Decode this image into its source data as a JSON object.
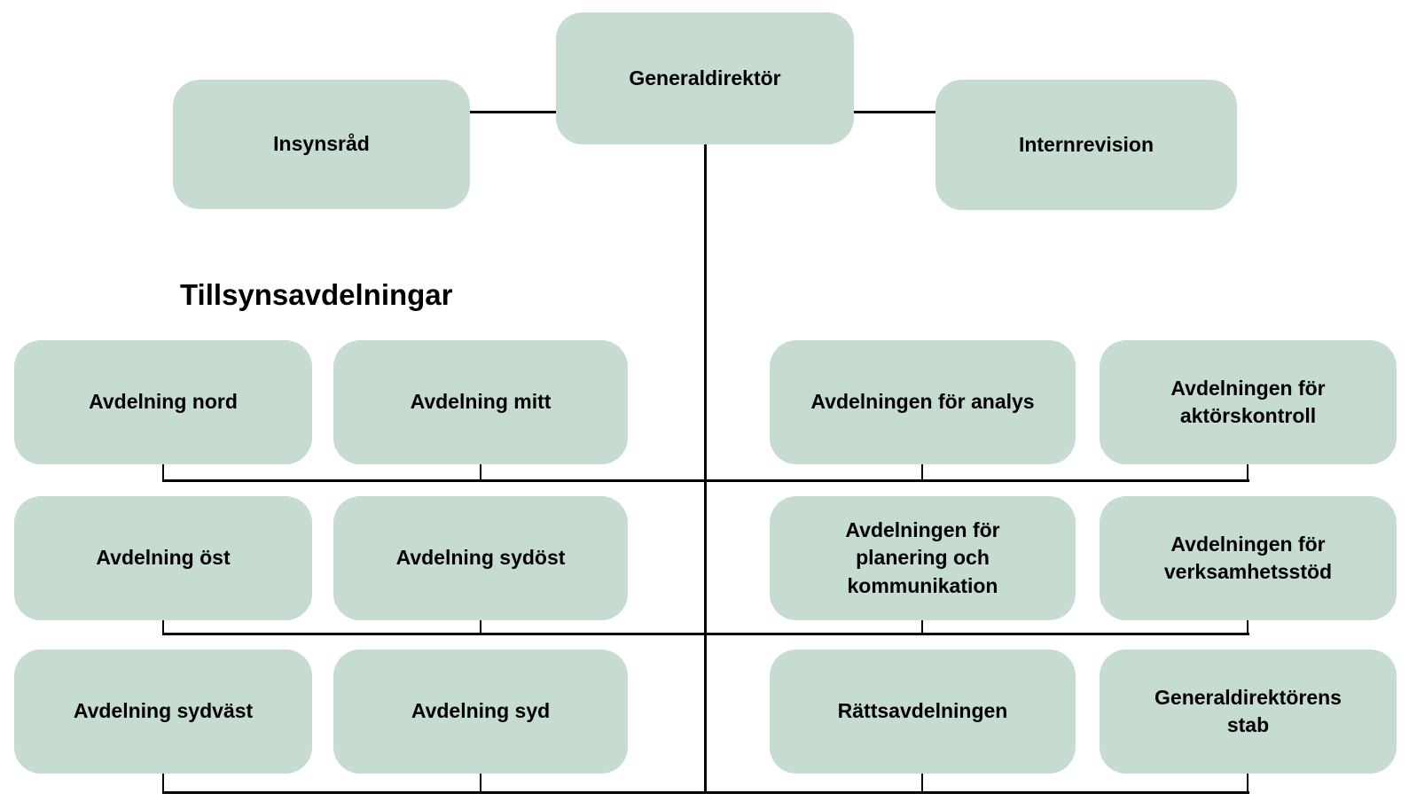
{
  "section_title": "Tillsynsavdelningar",
  "nodes": {
    "generaldirektor": "Generaldirektör",
    "insynsrad": "Insynsråd",
    "internrevision": "Internrevision",
    "avdelning_nord": "Avdelning nord",
    "avdelning_mitt": "Avdelning mitt",
    "avdelning_ost": "Avdelning öst",
    "avdelning_sydost": "Avdelning sydöst",
    "avdelning_sydvast": "Avdelning sydväst",
    "avdelning_syd": "Avdelning syd",
    "analys": "Avdelningen för analys",
    "aktorskontroll": "Avdelningen för aktörskontroll",
    "planering_kommunikation": "Avdelningen för planering och kommunikation",
    "verksamhetsstod": "Avdelningen för verksamhetsstöd",
    "rattsavdelningen": "Rättsavdelningen",
    "generaldirektorens_stab": "Generaldirektörens stab"
  },
  "colors": {
    "box_fill": "#c6dcd0",
    "line": "#000000",
    "text": "#000000",
    "background": "#ffffff"
  }
}
